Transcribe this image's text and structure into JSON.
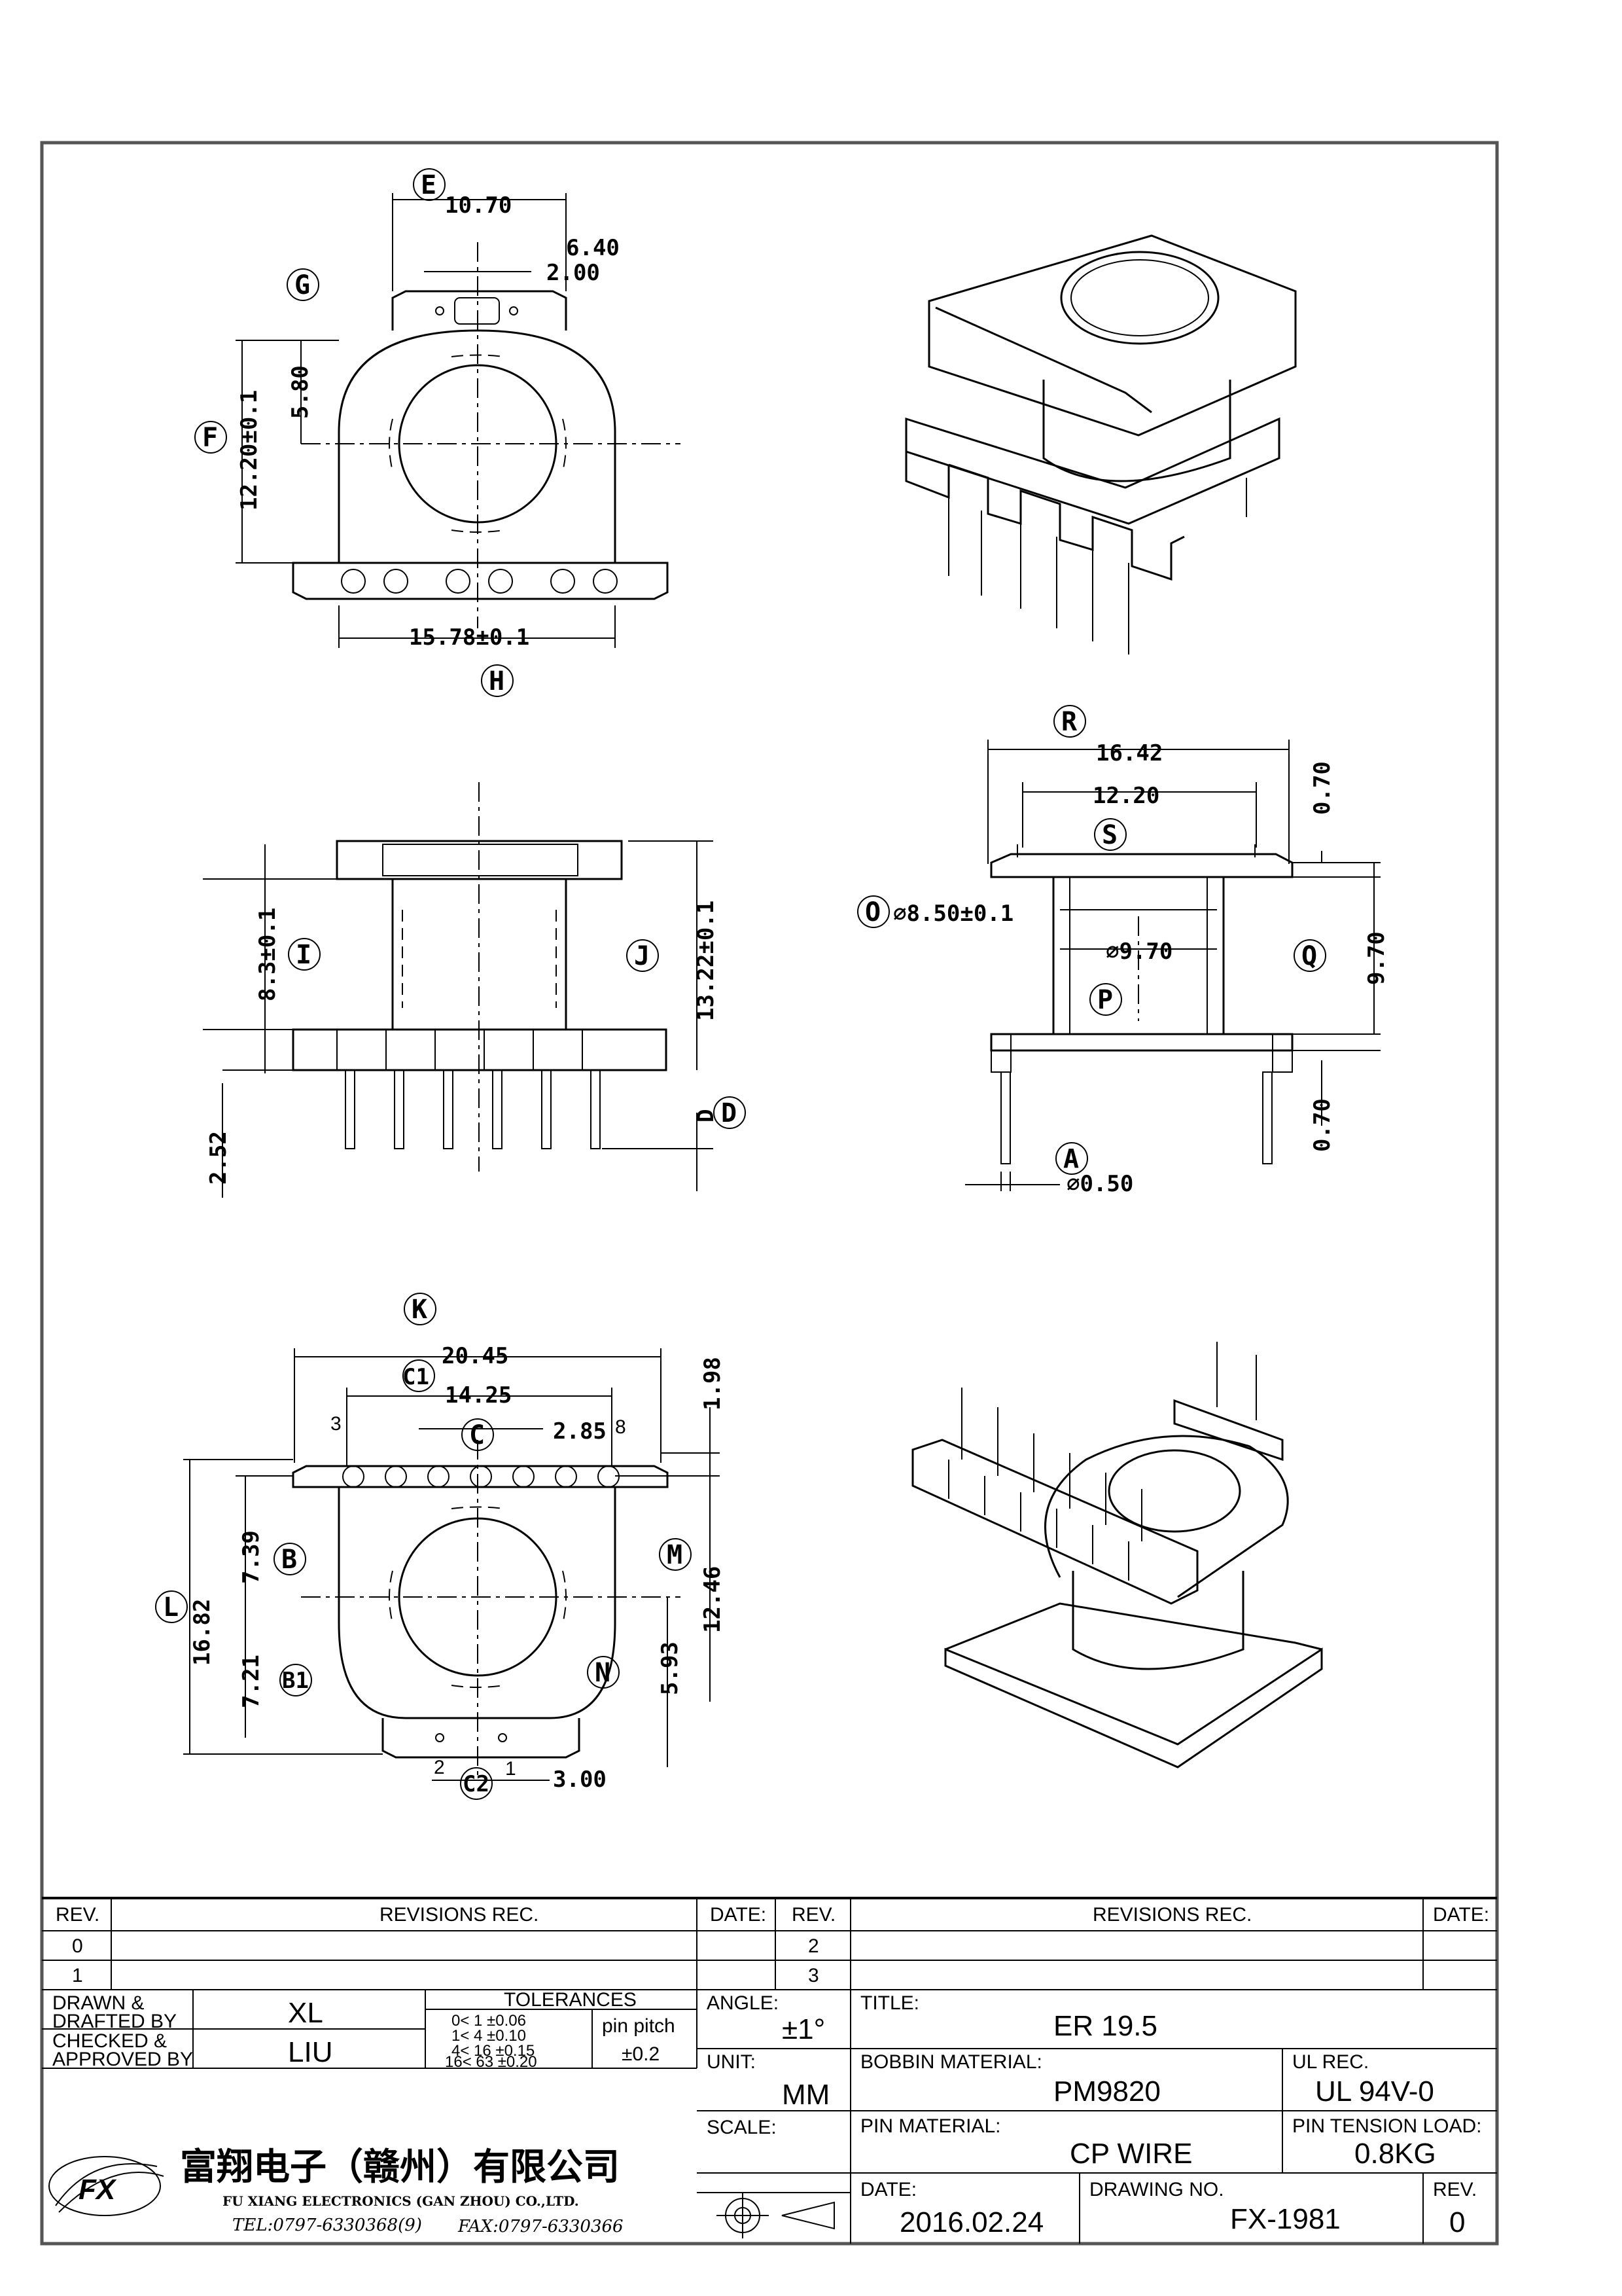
{
  "top_view": {
    "callouts": [
      "E",
      "G",
      "F",
      "H"
    ],
    "dims": [
      "10.70",
      "6.40",
      "2.00",
      "5.80",
      "12.20±0.1",
      "15.78±0.1"
    ]
  },
  "front_view": {
    "callouts": [
      "I",
      "J",
      "D"
    ],
    "dims": [
      "8.3±0.1",
      "13.22±0.1",
      "2.52",
      "D"
    ]
  },
  "side_view": {
    "callouts": [
      "R",
      "S",
      "O",
      "P",
      "Q",
      "A"
    ],
    "dims": [
      "16.42",
      "12.20",
      "0.70",
      "⌀8.50±0.1",
      "⌀9.70",
      "9.70",
      "0.70",
      "⌀0.50"
    ]
  },
  "bottom_view": {
    "callouts": [
      "K",
      "C1",
      "C",
      "L",
      "B",
      "B1",
      "M",
      "N",
      "C2"
    ],
    "dims": [
      "20.45",
      "14.25",
      "2.85",
      "1.98",
      "16.82",
      "7.39",
      "7.21",
      "12.46",
      "5.93",
      "3.00"
    ],
    "pin_numbers": [
      "3",
      "8",
      "2",
      "1"
    ]
  },
  "title_block": {
    "rev_header": {
      "rev": "REV.",
      "revisions": "REVISIONS   REC.",
      "date": "DATE:"
    },
    "rev_rows_left": [
      "0",
      "1"
    ],
    "rev_rows_right": [
      "2",
      "3"
    ],
    "drawn_label": "DRAWN &\nDRAFTED BY",
    "drawn_label_1": "DRAWN &",
    "drawn_label_2": "DRAFTED BY",
    "drawn_value": "XL",
    "checked_label_1": "CHECKED &",
    "checked_label_2": "APPROVED BY",
    "checked_value": "LIU",
    "tolerances_title": "TOLERANCES",
    "tolerances_rows": [
      "0<   1   ±0.06",
      "1<   4   ±0.10",
      "4<   16  ±0.15",
      "16<  63  ±0.20"
    ],
    "pin_pitch_label": "pin pitch",
    "pin_pitch_value": "±0.2",
    "angle_label": "ANGLE:",
    "angle_value": "±1°",
    "unit_label": "UNIT:",
    "unit_value": "MM",
    "scale_label": "SCALE:",
    "title_label": "TITLE:",
    "title_value": "ER 19.5",
    "bobbin_material_label": "BOBBIN MATERIAL:",
    "bobbin_material_value": "PM9820",
    "ul_rec_label": "UL REC.",
    "ul_rec_value": "UL 94V-0",
    "pin_material_label": "PIN MATERIAL:",
    "pin_material_value": "CP WIRE",
    "pin_tension_label": "PIN TENSION LOAD:",
    "pin_tension_value": "0.8KG",
    "date_label": "DATE:",
    "date_value": "2016.02.24",
    "drawing_no_label": "DRAWING NO.",
    "drawing_no_value": "FX-1981",
    "rev_label": "REV.",
    "rev_value": "0",
    "company_cn": "富翔电子（赣州）有限公司",
    "company_en": "FU XIANG ELECTRONICS (GAN ZHOU) CO.,LTD.",
    "tel": "TEL:0797-6330368(9)",
    "fax": "FAX:0797-6330366",
    "logo_text": "FX"
  }
}
